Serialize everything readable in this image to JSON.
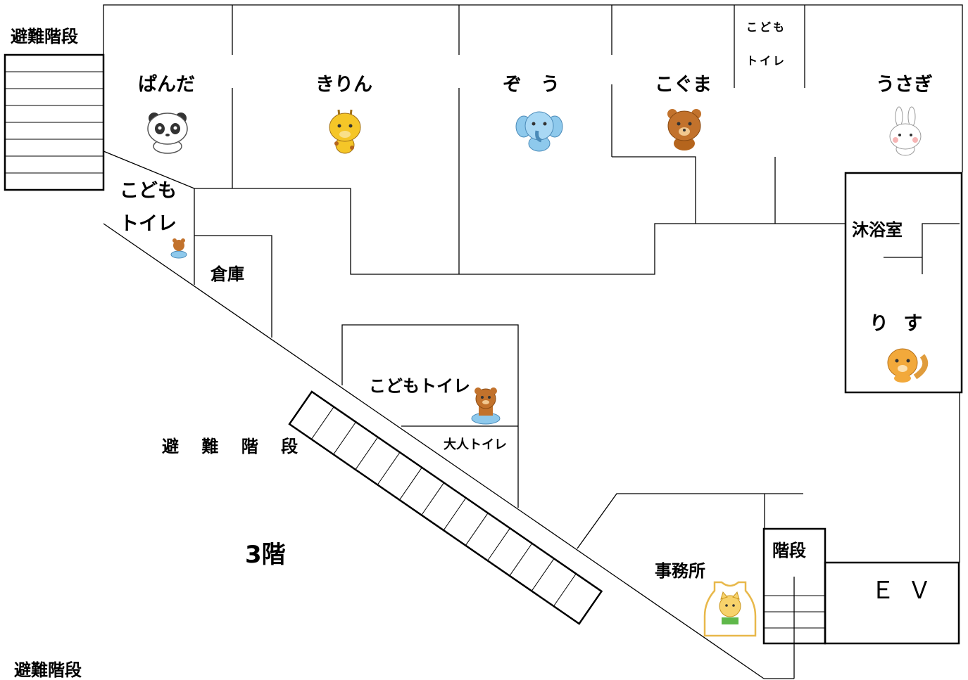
{
  "floor": "3階",
  "stairs": {
    "top_left": "避難階段",
    "middle": "避 難 階 段",
    "bottom_left": "避難階段",
    "small": "階段"
  },
  "rooms": {
    "panda": "ぱんだ",
    "kirin": "きりん",
    "zou": "ぞ　う",
    "koguma": "こぐま",
    "usagi": "うさぎ",
    "risu": "り す",
    "bath": "沐浴室",
    "storage": "倉庫",
    "office": "事務所",
    "ev": "ＥＶ"
  },
  "toilets": {
    "top_line1": "こども",
    "top_line2": "トイレ",
    "left_line1": "こども",
    "left_line2": "トイレ",
    "center": "こどもトイレ",
    "adult": "大人トイレ"
  },
  "icons": [
    "panda-icon",
    "giraffe-icon",
    "elephant-icon",
    "bear-icon",
    "rabbit-icon",
    "squirrel-icon",
    "bear-toilet-icon",
    "cat-apron-icon"
  ]
}
